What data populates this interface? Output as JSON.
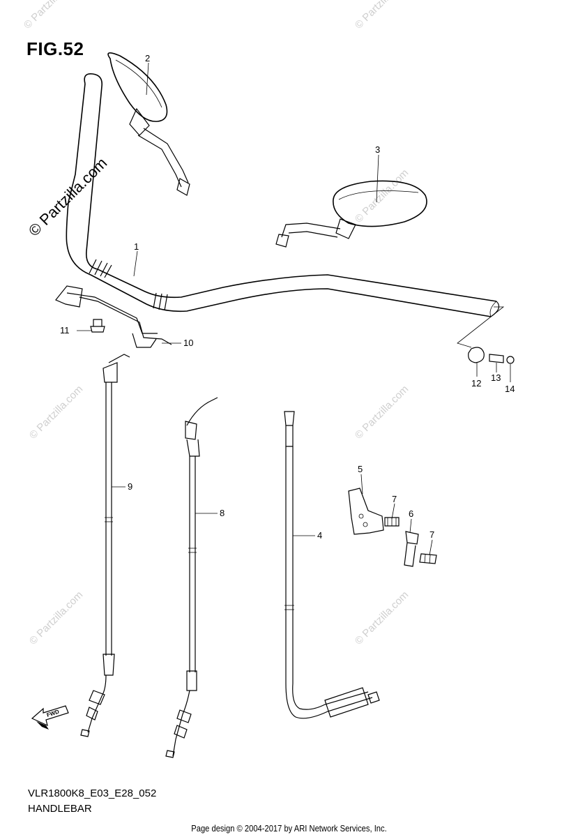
{
  "figure": {
    "title": "FIG.52",
    "model_code": "VLR1800K8_E03_E28_052",
    "section": "HANDLEBAR",
    "footer": "Page design © 2004-2017 by ARI Network Services, Inc.",
    "watermark": "© Partzilla.com",
    "watermark_large": "© Partzilla.com",
    "fwd_label": "FWD"
  },
  "callouts": [
    {
      "id": "c1",
      "label": "1"
    },
    {
      "id": "c2",
      "label": "2"
    },
    {
      "id": "c3",
      "label": "3"
    },
    {
      "id": "c4",
      "label": "4"
    },
    {
      "id": "c5",
      "label": "5"
    },
    {
      "id": "c6",
      "label": "6"
    },
    {
      "id": "c7a",
      "label": "7"
    },
    {
      "id": "c7b",
      "label": "7"
    },
    {
      "id": "c8",
      "label": "8"
    },
    {
      "id": "c9",
      "label": "9"
    },
    {
      "id": "c10",
      "label": "10"
    },
    {
      "id": "c11",
      "label": "11"
    },
    {
      "id": "c12",
      "label": "12"
    },
    {
      "id": "c13",
      "label": "13"
    },
    {
      "id": "c14",
      "label": "14"
    }
  ]
}
